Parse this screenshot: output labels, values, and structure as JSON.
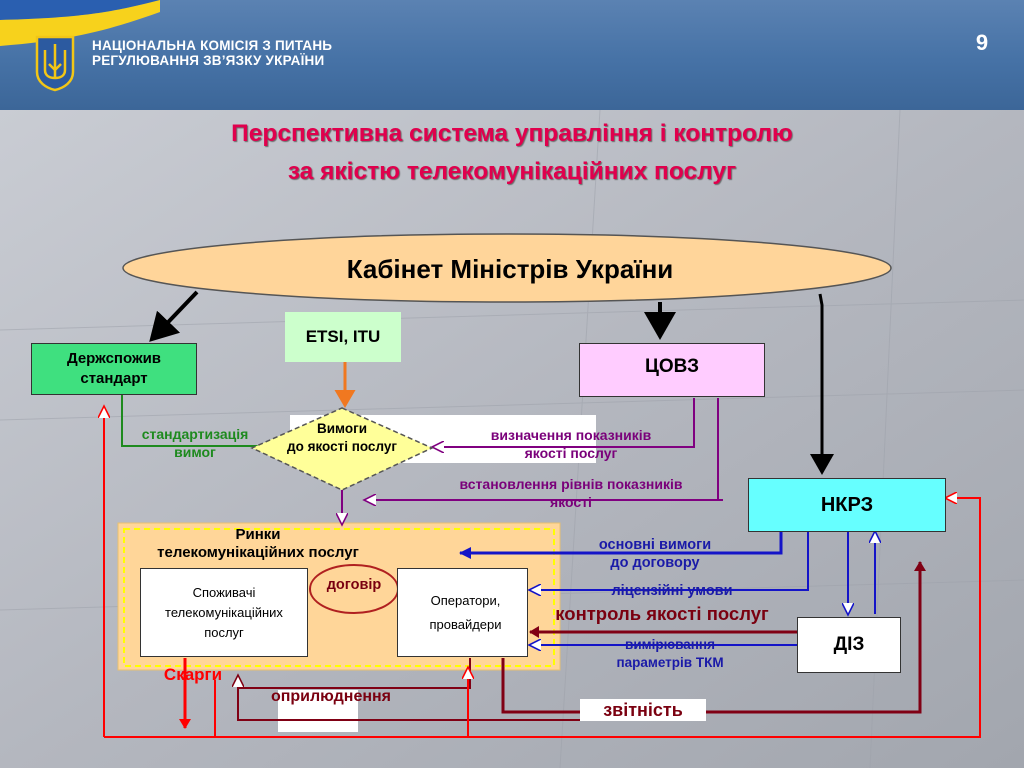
{
  "header": {
    "org_line1": "НАЦІОНАЛЬНА КОМІСІЯ З ПИТАНЬ",
    "org_line2": "РЕГУЛЮВАННЯ ЗВ’ЯЗКУ УКРАЇНИ",
    "page_number": "9"
  },
  "title": {
    "line1": "Перспективна система управління  і контролю",
    "line2": "за якістю телекомунікаційних послуг"
  },
  "nodes": {
    "cabinet": "Кабінет Міністрів України",
    "etsi": "ETSI, ITU",
    "derzh_line1": "Держспожив",
    "derzh_line2": "стандарт",
    "tsovz": "ЦОВЗ",
    "requirements_line1": "Вимоги",
    "requirements_line2": "до якості послуг",
    "nkrz": "НКРЗ",
    "diz": "ДІЗ",
    "market_line1": "Ринки",
    "market_line2": "телекомунікаційних послуг",
    "consumers_line1": "Споживачі",
    "consumers_line2": "телекомунікаційних",
    "consumers_line3": "послуг",
    "operators_line1": "Оператори,",
    "operators_line2": "провайдери",
    "contract": "договір"
  },
  "edges": {
    "standardization_line1": "стандартизація",
    "standardization_line2": "вимог",
    "indicators_line1": "визначення показників",
    "indicators_line2": "якості послуг",
    "levels_line1": "встановлення рівнів показників",
    "levels_line2": "якості",
    "basic_req_line1": "основні вимоги",
    "basic_req_line2": "до договору",
    "license": "ліцензійні умови",
    "quality_control": "контроль якості послуг",
    "measuring_line1": "вимірювання",
    "measuring_line2": "параметрів ТКМ",
    "complaints": "Скарги",
    "publication": "оприлюднення",
    "reporting": "звітність"
  },
  "colors": {
    "title": "#e0004d",
    "cabinet_fill": "#ffd59a",
    "derzh_fill": "#3fe07f",
    "tsovz_fill": "#ffccff",
    "nkrz_fill": "#66ffff",
    "requirements_fill": "#ffff99",
    "market_fill": "#ffd699",
    "purple_arrows": "#800080",
    "blue_arrows": "#1414c8",
    "maroon_arrows": "#800014",
    "red_arrows": "#ff0000"
  }
}
